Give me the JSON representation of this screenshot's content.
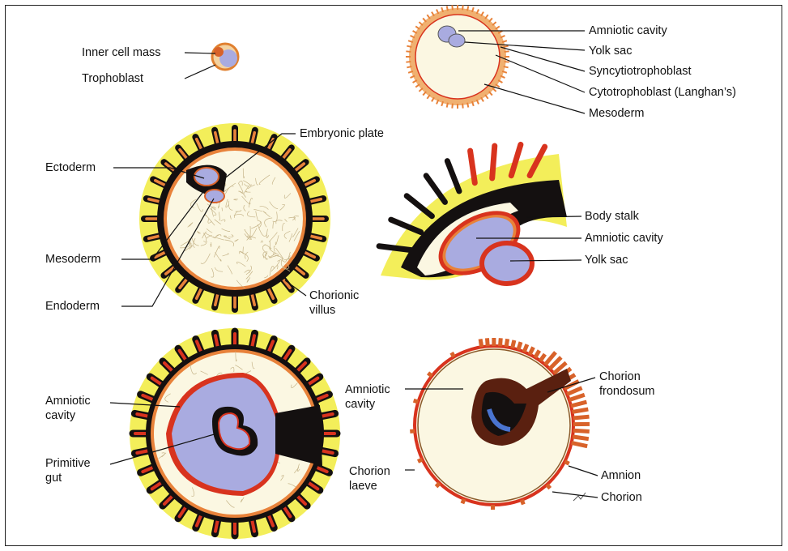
{
  "labels": {
    "inner_cell_mass": "Inner cell mass",
    "trophoblast": "Trophoblast",
    "amniotic_cavity_1": "Amniotic cavity",
    "yolk_sac_1": "Yolk sac",
    "syncytiotrophoblast": "Syncytiotrophoblast",
    "cytotrophoblast": "Cytotrophoblast (Langhan’s)",
    "mesoderm_1": "Mesoderm",
    "embryonic_plate": "Embryonic plate",
    "ectoderm": "Ectoderm",
    "mesoderm_2": "Mesoderm",
    "endoderm": "Endoderm",
    "chorionic_villus": [
      "Chorionic",
      "villus"
    ],
    "body_stalk": "Body stalk",
    "amniotic_cavity_2": "Amniotic cavity",
    "yolk_sac_2": "Yolk sac",
    "amniotic_cavity_3": [
      "Amniotic",
      "cavity"
    ],
    "primitive_gut": [
      "Primitive",
      "gut"
    ],
    "amniotic_cavity_4": [
      "Amniotic",
      "cavity"
    ],
    "chorion_frondosum": [
      "Chorion",
      "frondosum"
    ],
    "chorion_laeve": [
      "Chorion",
      "laeve"
    ],
    "amnion": "Amnion",
    "chorion": "Chorion"
  },
  "colors": {
    "villi_yellow": "#f3ee5a",
    "mesoderm_black": "#141010",
    "trophoblast_red": "#d8331e",
    "trophoblast_orange": "#e8823a",
    "cavity_blue": "#a9abe0",
    "cavity_cream": "#fbf7e2",
    "reticulum": "#c6b58a"
  }
}
